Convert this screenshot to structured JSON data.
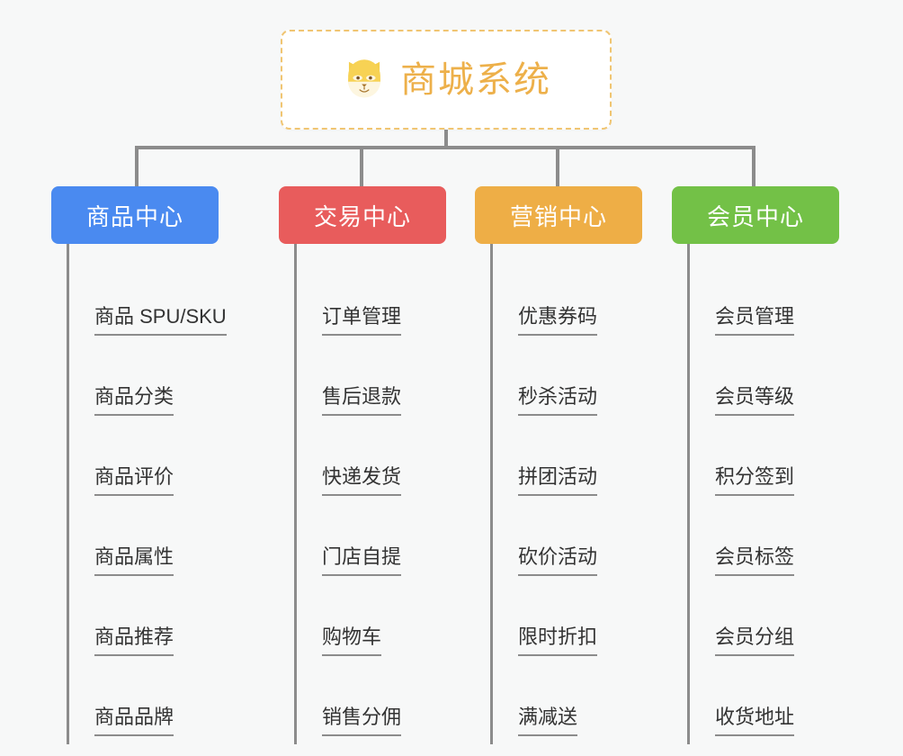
{
  "page": {
    "background_color": "#f7f8f8",
    "title": "商城系统"
  },
  "root": {
    "icon": "shiba-dog-face-icon",
    "label": "商城系统",
    "text_color": "#edb04a",
    "border_color": "#f0c572",
    "background_color": "#ffffff"
  },
  "branches": [
    {
      "label": "商品中心",
      "color": "#4a8af0",
      "items": [
        {
          "label": "商品 SPU/SKU"
        },
        {
          "label": "商品分类"
        },
        {
          "label": "商品评价"
        },
        {
          "label": "商品属性"
        },
        {
          "label": "商品推荐"
        },
        {
          "label": "商品品牌"
        }
      ]
    },
    {
      "label": "交易中心",
      "color": "#e85c5c",
      "items": [
        {
          "label": "订单管理"
        },
        {
          "label": "售后退款"
        },
        {
          "label": "快递发货"
        },
        {
          "label": "门店自提"
        },
        {
          "label": "购物车"
        },
        {
          "label": "销售分佣"
        }
      ]
    },
    {
      "label": "营销中心",
      "color": "#eeae46",
      "items": [
        {
          "label": "优惠券码"
        },
        {
          "label": "秒杀活动"
        },
        {
          "label": "拼团活动"
        },
        {
          "label": "砍价活动"
        },
        {
          "label": "限时折扣"
        },
        {
          "label": "满减送"
        }
      ]
    },
    {
      "label": "会员中心",
      "color": "#73c147",
      "items": [
        {
          "label": "会员管理"
        },
        {
          "label": "会员等级"
        },
        {
          "label": "积分签到"
        },
        {
          "label": "会员标签"
        },
        {
          "label": "会员分组"
        },
        {
          "label": "收货地址"
        }
      ]
    }
  ],
  "connector_color": "#8c8c8c"
}
